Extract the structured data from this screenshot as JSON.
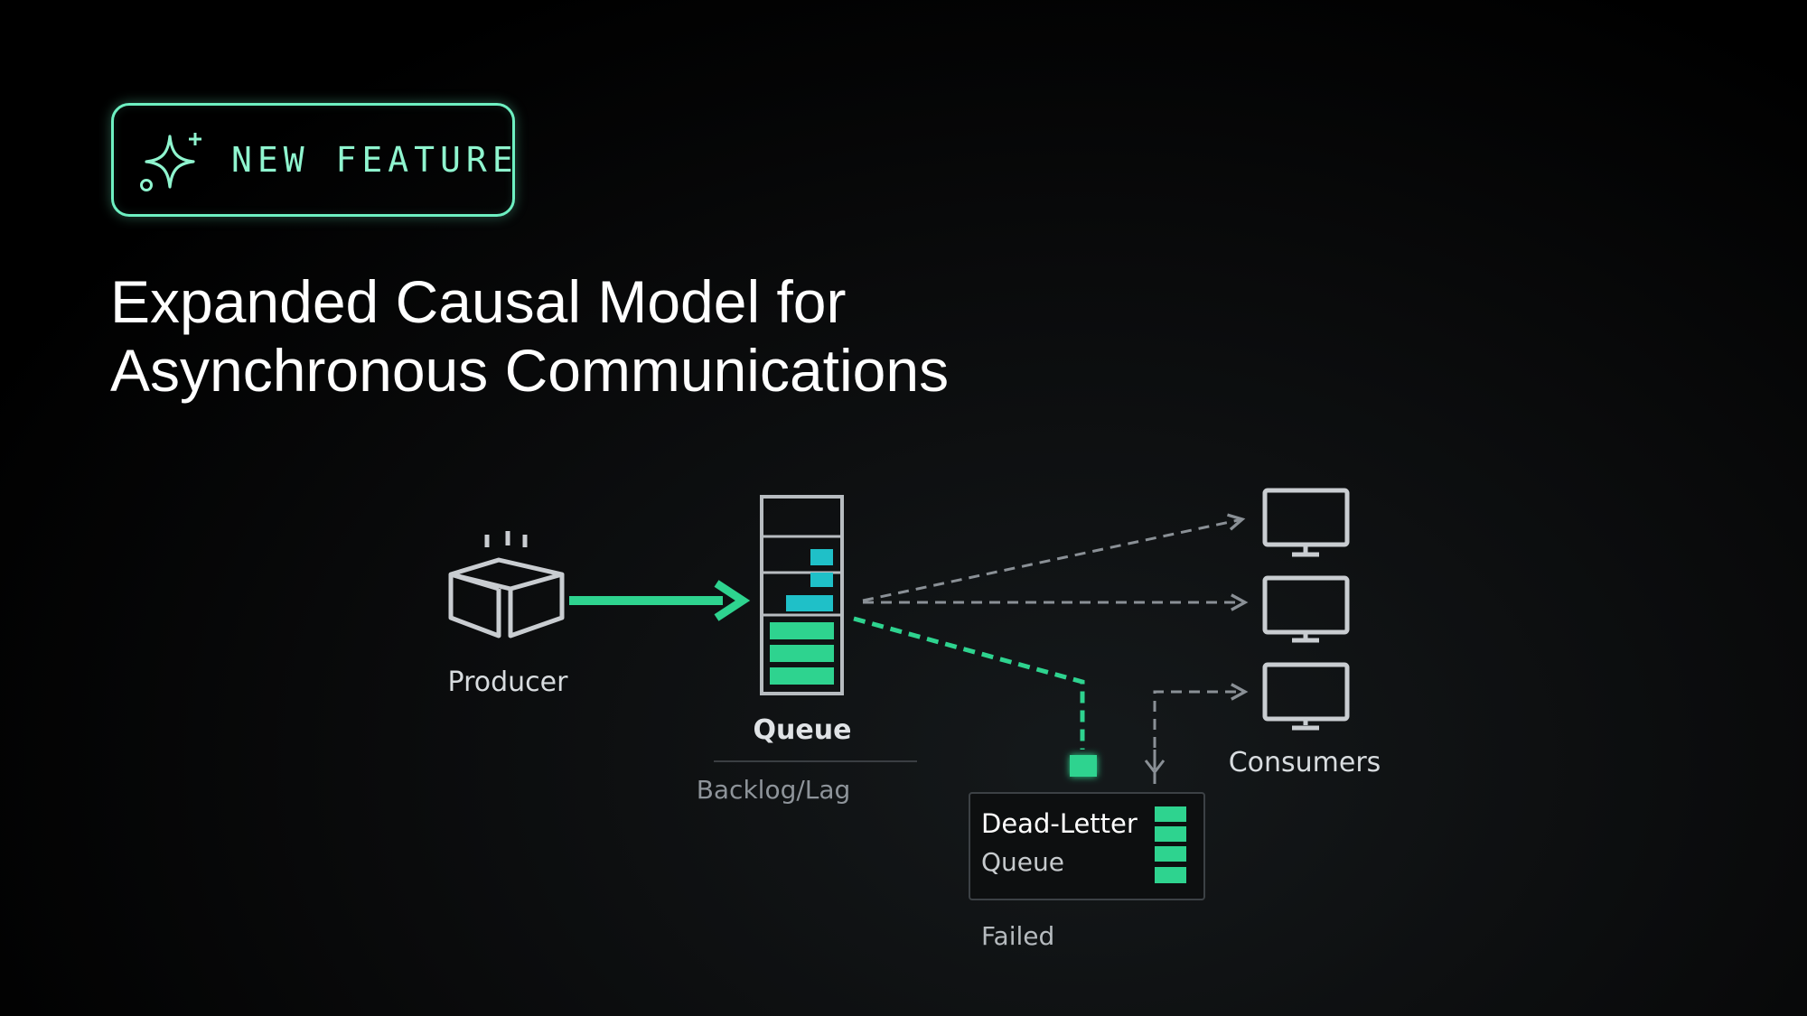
{
  "badge": {
    "label": "NEW FEATURE",
    "icon": "sparkle-icon"
  },
  "title": {
    "line1": "Expanded Causal Model for",
    "line2": "Asynchronous Communications"
  },
  "diagram": {
    "producer_label": "Producer",
    "queue_label": "Queue",
    "backlog_label": "Backlog/Lag",
    "consumers_label": "Consumers",
    "dlq_label_line1": "Dead-Letter",
    "dlq_label_line2": "Queue",
    "failed_label": "Failed"
  },
  "colors": {
    "accent_green": "#2ed38f",
    "accent_teal": "#1fc0c8",
    "badge_border": "#6ef0c2",
    "line_gray": "#8a9096",
    "outline_gray": "#c9cdd1"
  }
}
